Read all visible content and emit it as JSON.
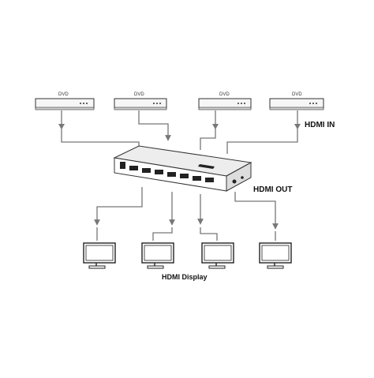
{
  "sources": [
    {
      "label": "DVD"
    },
    {
      "label": "DVD"
    },
    {
      "label": "DVD"
    },
    {
      "label": "DVD"
    }
  ],
  "labels": {
    "hdmi_in": "HDMI IN",
    "hdmi_out": "HDMI OUT",
    "hdmi_display": "HDMI Display"
  },
  "displays": [
    {
      "name": "display-1"
    },
    {
      "name": "display-2"
    },
    {
      "name": "display-3"
    },
    {
      "name": "display-4"
    }
  ],
  "colors": {
    "line": "#777777",
    "stroke": "#333333",
    "screen": "#ffffff"
  },
  "icons": {
    "source": "dvd-player-icon",
    "hub": "hdmi-splitter-icon",
    "display": "monitor-icon",
    "arrow": "arrow-down-icon"
  }
}
